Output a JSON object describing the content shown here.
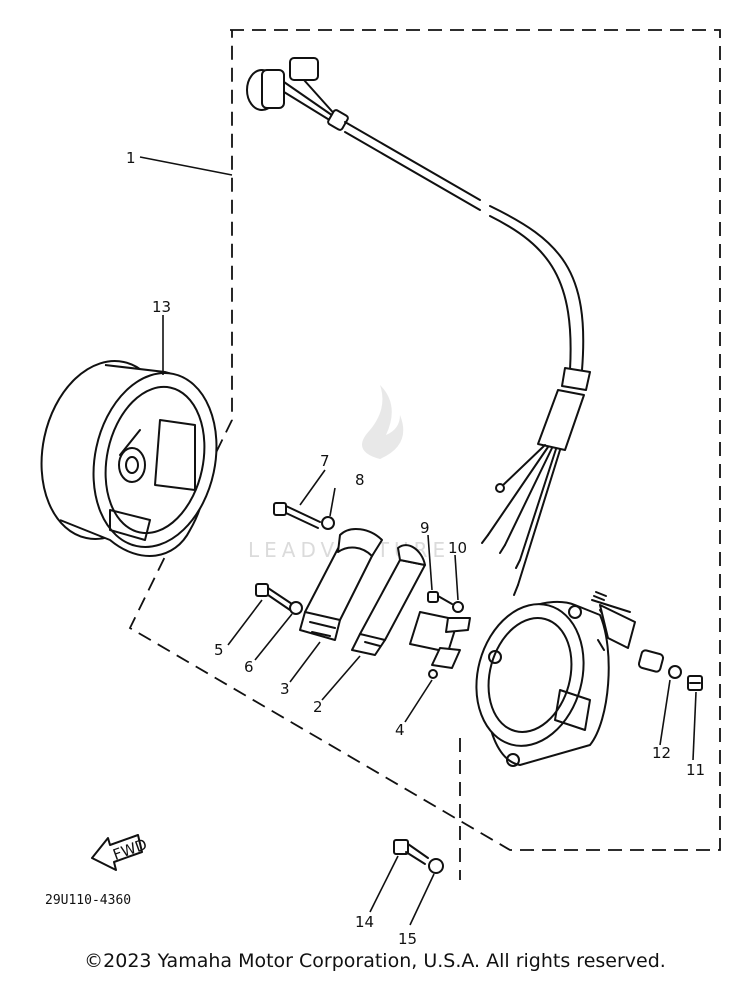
{
  "diagram": {
    "callouts": [
      {
        "id": "1",
        "label": "1"
      },
      {
        "id": "2",
        "label": "2"
      },
      {
        "id": "3",
        "label": "3"
      },
      {
        "id": "4",
        "label": "4"
      },
      {
        "id": "5",
        "label": "5"
      },
      {
        "id": "6",
        "label": "6"
      },
      {
        "id": "7",
        "label": "7"
      },
      {
        "id": "8",
        "label": "8"
      },
      {
        "id": "9",
        "label": "9"
      },
      {
        "id": "10",
        "label": "10"
      },
      {
        "id": "11",
        "label": "11"
      },
      {
        "id": "12",
        "label": "12"
      },
      {
        "id": "13",
        "label": "13"
      },
      {
        "id": "14",
        "label": "14"
      },
      {
        "id": "15",
        "label": "15"
      }
    ],
    "direction_tag": "FWD",
    "drawing_code": "29U110-4360",
    "watermark": "LEADVENTURE"
  },
  "footer": {
    "copyright": "©2023 Yamaha Motor Corporation, U.S.A. All rights reserved."
  }
}
